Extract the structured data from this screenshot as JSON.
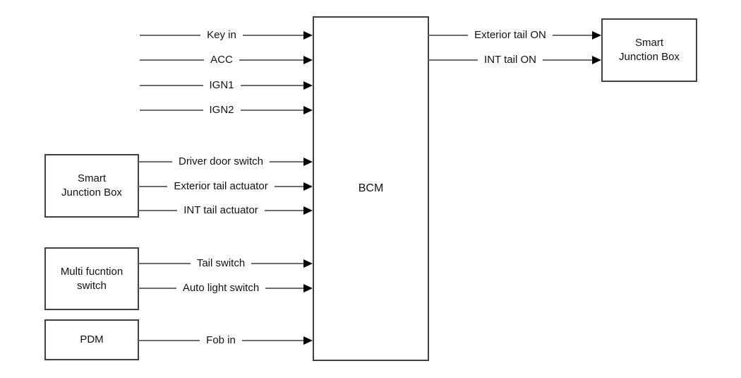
{
  "diagram": {
    "bcm": {
      "label": "BCM"
    },
    "sjb_left": {
      "line1": "Smart",
      "line2": "Junction Box"
    },
    "mfs": {
      "line1": "Multi fucntion",
      "line2": "switch"
    },
    "pdm": {
      "label": "PDM"
    },
    "sjb_right": {
      "line1": "Smart",
      "line2": "Junction Box"
    },
    "inputs": [
      {
        "label": "Key in"
      },
      {
        "label": "ACC"
      },
      {
        "label": "IGN1"
      },
      {
        "label": "IGN2"
      },
      {
        "label": "Driver door switch"
      },
      {
        "label": "Exterior tail actuator"
      },
      {
        "label": "INT tail actuator"
      },
      {
        "label": "Tail switch"
      },
      {
        "label": "Auto light switch"
      },
      {
        "label": "Fob in"
      }
    ],
    "outputs": [
      {
        "label": "Exterior tail ON"
      },
      {
        "label": "INT tail ON"
      }
    ],
    "colors": {
      "wire": "#6e6e6e",
      "arrowhead": "#000000",
      "box_border": "#414141",
      "text": "#111111",
      "background": "#ffffff"
    }
  }
}
